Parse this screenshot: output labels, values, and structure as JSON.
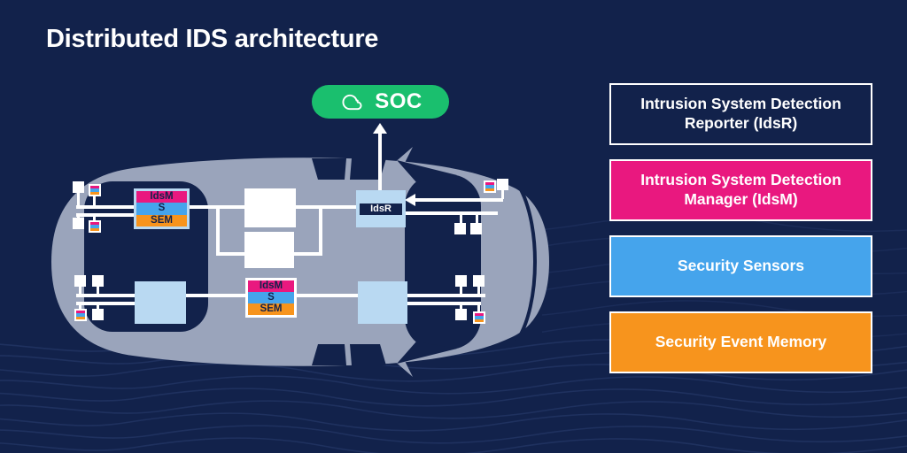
{
  "title": "Distributed IDS architecture",
  "soc": {
    "label": "SOC"
  },
  "car": {
    "idsr_label": "IdsR",
    "stack_top": {
      "rows": [
        "IdsM",
        "S",
        "SEM"
      ]
    },
    "stack_bottom": {
      "rows": [
        "IdsM",
        "S",
        "SEM"
      ]
    }
  },
  "legend": [
    {
      "label": "Intrusion System Detection Reporter (IdsR)",
      "style": "outline"
    },
    {
      "label": "Intrusion System Detection Manager (IdsM)",
      "style": "pink"
    },
    {
      "label": "Security Sensors",
      "style": "blue"
    },
    {
      "label": "Security Event Memory",
      "style": "orange"
    }
  ],
  "colors": {
    "background_navy": "#12224b",
    "wave_line": "#2c4173",
    "car_body_gray": "#9aa4bb",
    "light_blue": "#b9d9f2",
    "sensor_blue": "#45a4ec",
    "ids_pink": "#e9187f",
    "sem_orange": "#f7941d",
    "soc_green": "#1abf6e"
  }
}
